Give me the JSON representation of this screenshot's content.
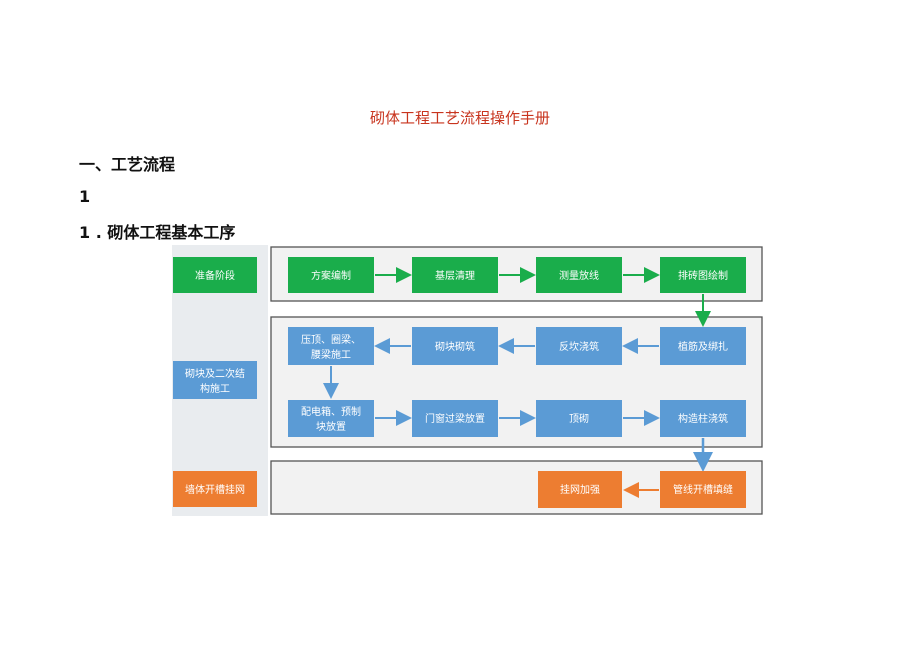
{
  "doc": {
    "title": "砌体工程工艺流程操作手册",
    "section_heading": "一、工艺流程",
    "number": "1",
    "subsection_heading": "1 . 砌体工程基本工序"
  },
  "flowchart": {
    "colors": {
      "green": "#1aad4b",
      "blue": "#5b9bd5",
      "orange": "#ed7d31",
      "panel": "#f2f2f2",
      "lanebg": "#e9ecef"
    },
    "stages": {
      "prep": "准备阶段",
      "masonry_line1": "砌块及二次结",
      "masonry_line2": "构施工",
      "slot": "墙体开槽挂网"
    },
    "steps": {
      "s1": "方案编制",
      "s2": "基层清理",
      "s3": "测量放线",
      "s4": "排砖图绘制",
      "s5": "植筋及绑扎",
      "s6": "反坎浇筑",
      "s7": "砌块砌筑",
      "s8_line1": "压顶、圈梁、",
      "s8_line2": "腰梁施工",
      "s9_line1": "配电箱、预制",
      "s9_line2": "块放置",
      "s10": "门窗过梁放置",
      "s11": "顶砌",
      "s12": "构造柱浇筑",
      "s13": "管线开槽填缝",
      "s14": "挂网加强"
    }
  }
}
